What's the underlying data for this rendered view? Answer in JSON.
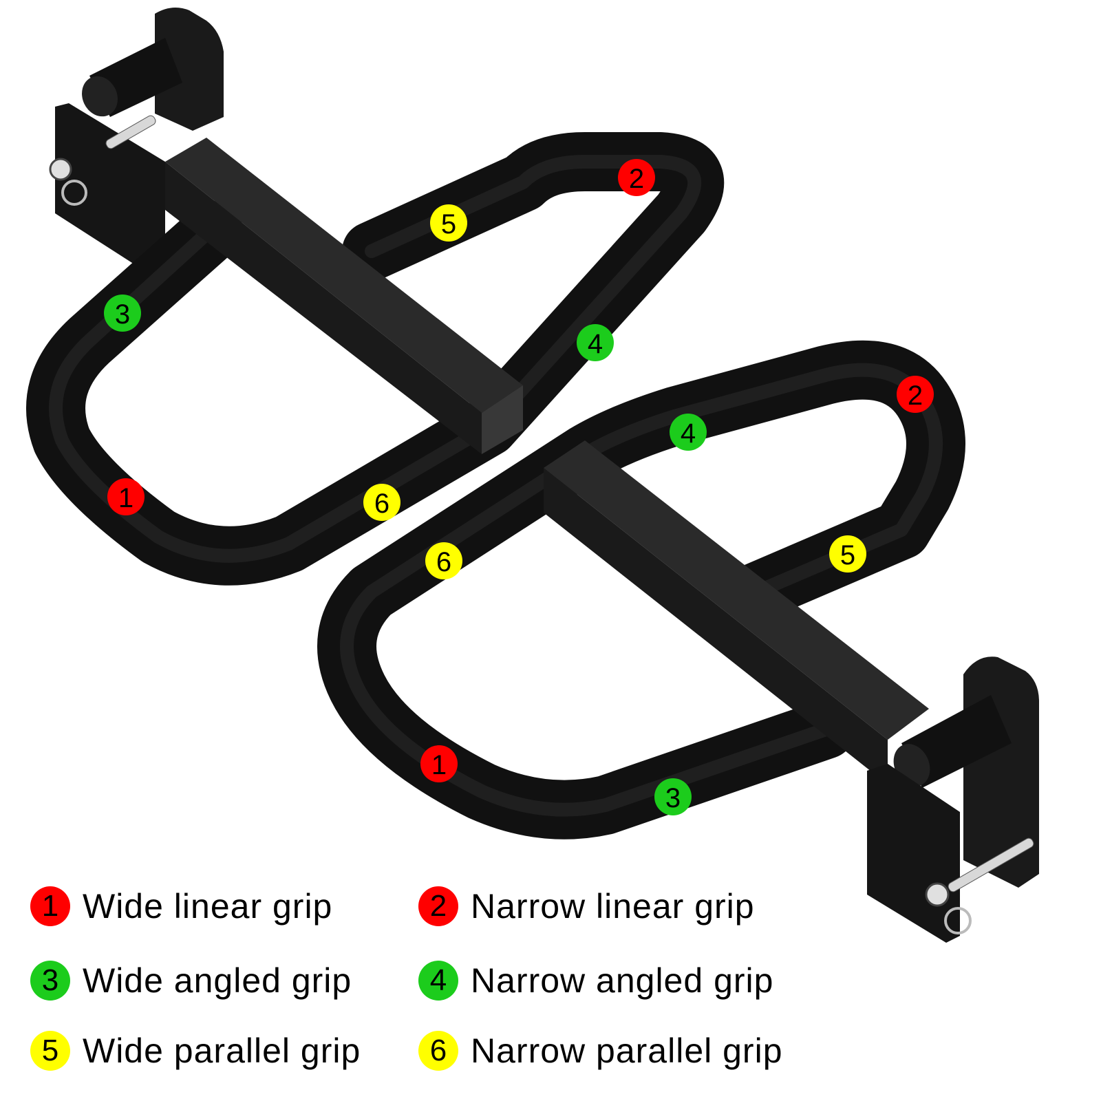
{
  "colors": {
    "red": "#ff0000",
    "green": "#1ccc1c",
    "yellow": "#ffff00",
    "metal": "#141414"
  },
  "markers": [
    {
      "num": "1",
      "color": "red"
    },
    {
      "num": "2",
      "color": "red"
    },
    {
      "num": "3",
      "color": "green"
    },
    {
      "num": "4",
      "color": "green"
    },
    {
      "num": "5",
      "color": "yellow"
    },
    {
      "num": "6",
      "color": "yellow"
    },
    {
      "num": "1",
      "color": "red"
    },
    {
      "num": "2",
      "color": "red"
    },
    {
      "num": "3",
      "color": "green"
    },
    {
      "num": "4",
      "color": "green"
    },
    {
      "num": "5",
      "color": "yellow"
    },
    {
      "num": "6",
      "color": "yellow"
    }
  ],
  "legend": [
    {
      "num": "1",
      "label": "Wide linear grip",
      "color": "red"
    },
    {
      "num": "2",
      "label": "Narrow linear grip",
      "color": "red"
    },
    {
      "num": "3",
      "label": "Wide angled grip",
      "color": "green"
    },
    {
      "num": "4",
      "label": "Narrow angled grip",
      "color": "green"
    },
    {
      "num": "5",
      "label": "Wide parallel grip",
      "color": "yellow"
    },
    {
      "num": "6",
      "label": "Narrow parallel grip",
      "color": "yellow"
    }
  ]
}
